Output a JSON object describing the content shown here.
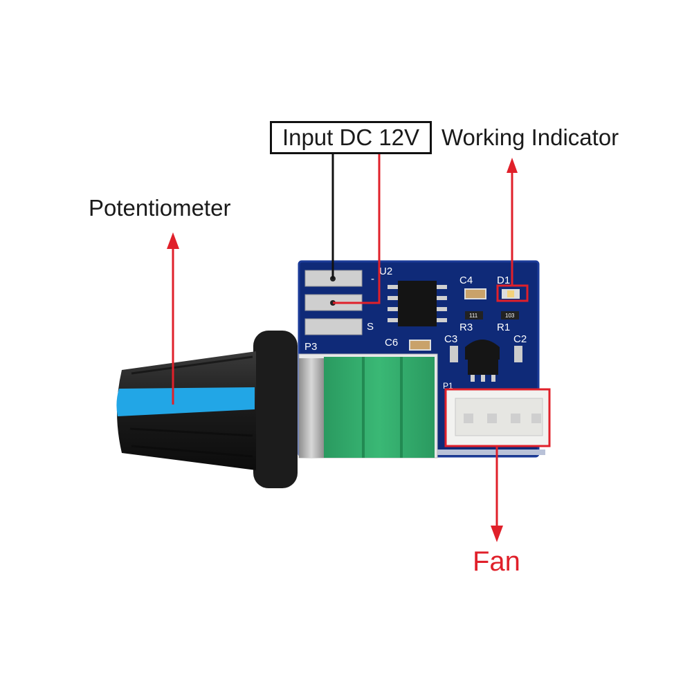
{
  "labels": {
    "input": "Input DC 12V",
    "working": "Working Indicator",
    "potentiometer": "Potentiometer",
    "fan": "Fan"
  },
  "silkscreen": {
    "u2": "U2",
    "minus": "-",
    "s": "S",
    "p3": "P3",
    "c4": "C4",
    "d1": "D1",
    "r3": "R3",
    "r1": "R1",
    "c3": "C3",
    "c2": "C2",
    "c6": "C6",
    "p1": "P1",
    "r3_code": "111",
    "r1_code": "103"
  },
  "colors": {
    "pcb": "#0f2a78",
    "pcb_edge": "#1b3b98",
    "pad": "#cfcfcf",
    "knob": "#1b1b1b",
    "knob_stripe": "#22a6e6",
    "pot_body": "#2fa86a",
    "callout_red": "#e0202a",
    "callout_black": "#111111"
  }
}
